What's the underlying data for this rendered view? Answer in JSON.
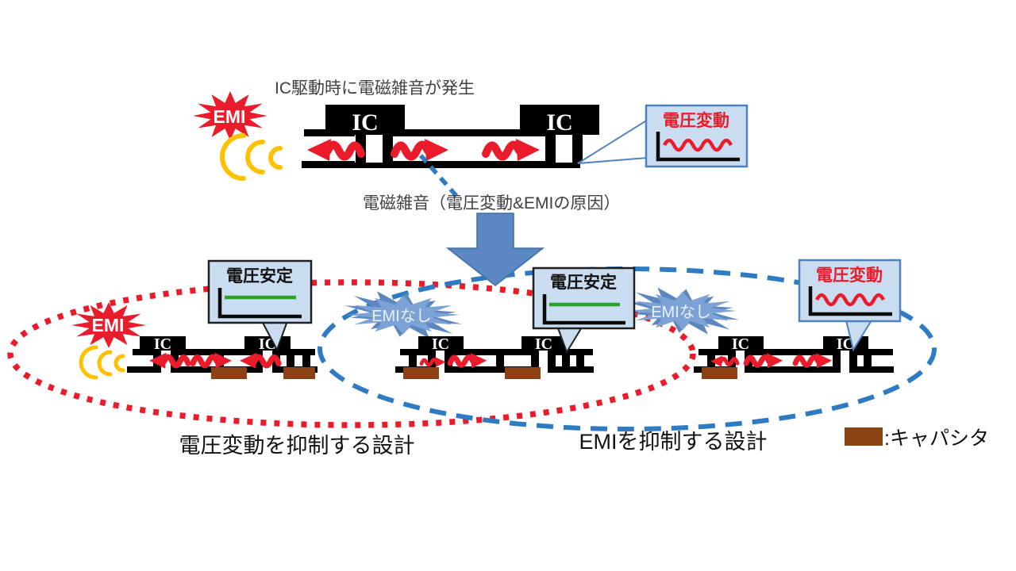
{
  "top": {
    "caption": "IC駆動時に電磁雑音が発生",
    "emi_burst": "EMI",
    "ic_label": "IC",
    "callout_title": "電圧変動",
    "note": "電磁雑音（電圧変動&EMIの原因）"
  },
  "bottom": {
    "left_board": {
      "burst": "EMI",
      "callout_title": "電圧安定",
      "ic_label": "IC"
    },
    "middle_board": {
      "burst": "EMIなし",
      "callout_title": "電圧安定",
      "ic_label": "IC"
    },
    "right_board": {
      "burst": "EMIなし",
      "callout_title": "電圧変動",
      "ic_label": "IC"
    },
    "left_design_label": "電圧変動を抑制する設計",
    "right_design_label": "EMIを抑制する設計"
  },
  "legend": {
    "capacitor": ":キャパシタ"
  },
  "colors": {
    "red": "#ea1c2b",
    "blue_dash": "#2e7bc4",
    "arrow_blue": "#5b88c5",
    "burst_blue_front": "#7da3d6",
    "burst_blue_back": "#5d87bf",
    "callout_fill": "#cadcf0",
    "callout_border_blue": "#4f81bd",
    "callout_border_dark": "#1f1f1f",
    "capacitor_brown": "#8c4215",
    "wave_yellow": "#ffc000",
    "graph_green": "#2ca02c",
    "board_black": "#000000",
    "caption_gray": "#3f3f46"
  }
}
